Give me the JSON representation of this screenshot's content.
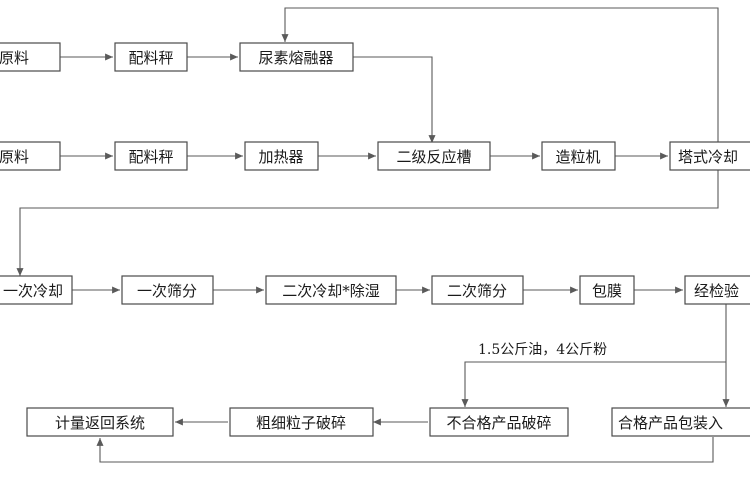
{
  "diagram": {
    "nodes": {
      "raw_a": "原料",
      "scale_a": "配料秤",
      "urea_melter": "尿素熔融器",
      "raw_b": "原料",
      "scale_b": "配料秤",
      "heater": "加热器",
      "reactor": "二级反应槽",
      "granulator": "造粒机",
      "tower_cooling": "塔式冷却",
      "cool_1": "一次冷却",
      "screen_1": "一次筛分",
      "cool_2": "二次冷却*除湿",
      "screen_2": "二次筛分",
      "coating": "包膜",
      "inspection": "经检验",
      "return_system": "计量返回系统",
      "coarse_crush": "粗细粒子破碎",
      "reject_crush": "不合格产品破碎",
      "qualified_pack": "合格产品包装入"
    },
    "note": "1.5公斤油，4公斤粉"
  }
}
